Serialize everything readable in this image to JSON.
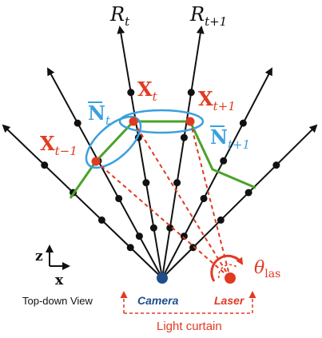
{
  "labels": {
    "ray_t": {
      "main": "R",
      "sub": "t"
    },
    "ray_t1": {
      "main": "R",
      "sub": "t+1"
    },
    "point_t": {
      "main": "X",
      "sub": "t"
    },
    "point_t1": {
      "main": "X",
      "sub": "t+1"
    },
    "point_tm1": {
      "main": "X",
      "sub": "t−1"
    },
    "normal_t": {
      "main": "N",
      "sub": "t"
    },
    "normal_t1": {
      "main": "N",
      "sub": "t+1"
    },
    "theta": {
      "main": "θ",
      "sub": "las"
    },
    "axis_z": "z",
    "axis_x": "x",
    "view": "Top-down View",
    "camera": "Camera",
    "laser": "Laser",
    "curtain": "Light curtain"
  },
  "colors": {
    "ray": "#111111",
    "point_red": "#e03a22",
    "surface_green": "#4aa32a",
    "normal_blue": "#3aa0e0",
    "camera_blue": "#1f4e8a",
    "laser_red": "#e03a22",
    "curtain_dash": "#e03a22"
  },
  "icons": {
    "camera": "camera-dot",
    "laser": "laser-dot",
    "rotation": "rotation-arc-arrow"
  }
}
